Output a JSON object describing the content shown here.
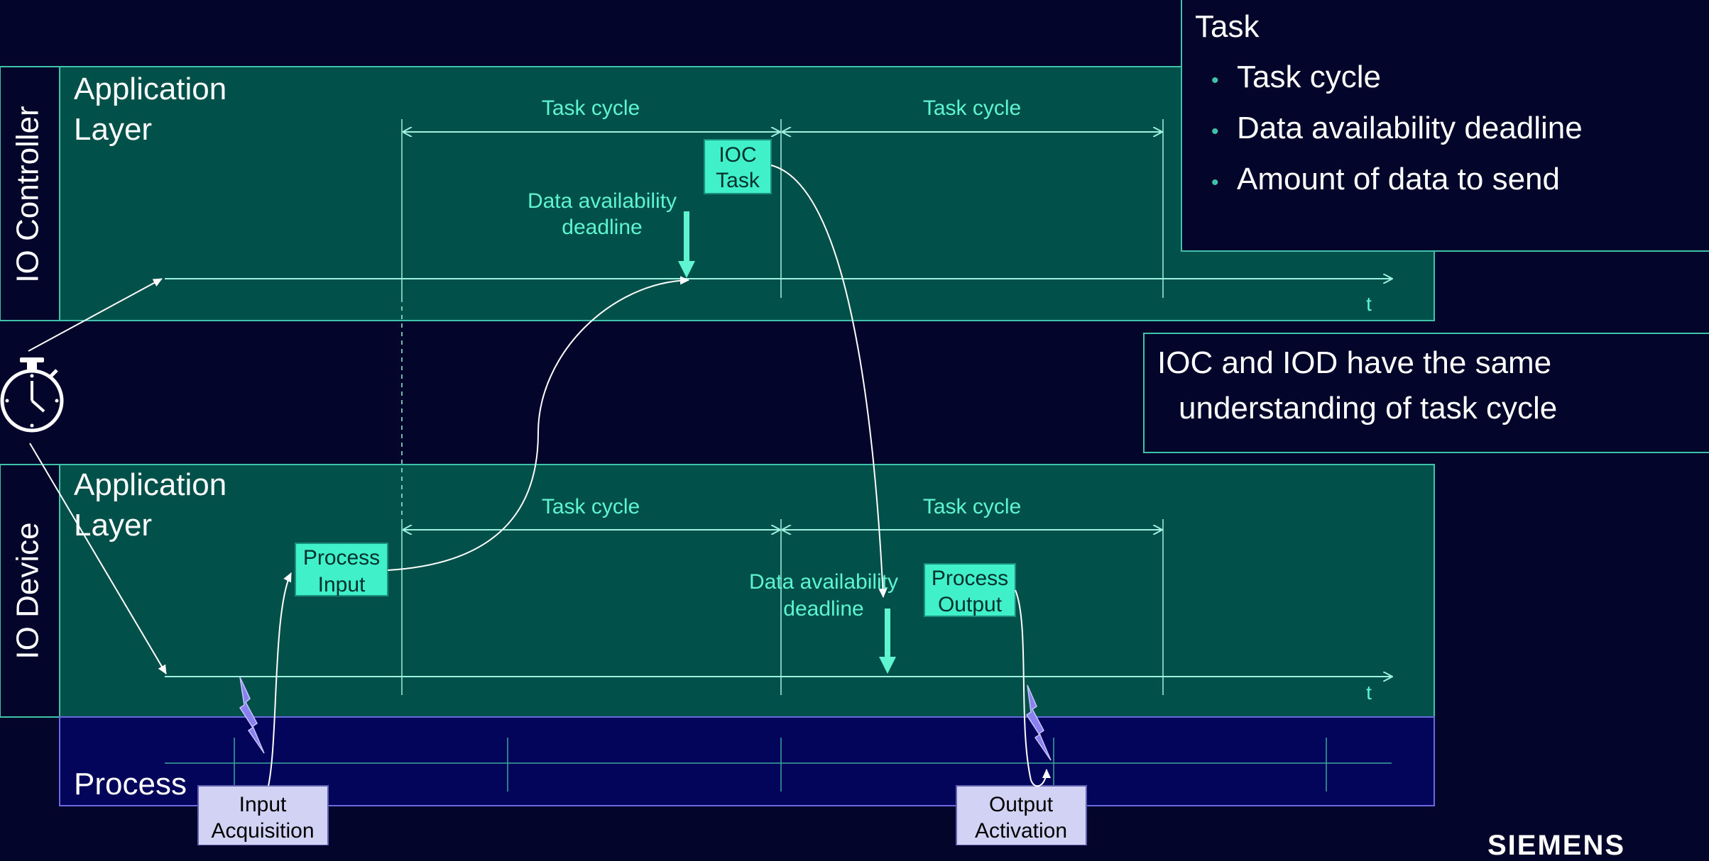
{
  "layers": {
    "controller": {
      "side_label": "IO Controller",
      "app_layer_line1": "Application",
      "app_layer_line2": "Layer",
      "task_cycle_1": "Task cycle",
      "task_cycle_2": "Task cycle",
      "task_box_line1": "IOC",
      "task_box_line2": "Task",
      "deadline_line1": "Data availability",
      "deadline_line2": "deadline",
      "axis_label": "t"
    },
    "device": {
      "side_label": "IO Device",
      "app_layer_line1": "Application",
      "app_layer_line2": "Layer",
      "task_cycle_1": "Task cycle",
      "task_cycle_2": "Task cycle",
      "process_input_line1": "Process",
      "process_input_line2": "Input",
      "process_output_line1": "Process",
      "process_output_line2": "Output",
      "deadline_line1": "Data availability",
      "deadline_line2": "deadline",
      "axis_label": "t"
    },
    "process": {
      "label": "Process",
      "input_acq_line1": "Input",
      "input_acq_line2": "Acquisition",
      "output_act_line1": "Output",
      "output_act_line2": "Activation"
    }
  },
  "info_box": {
    "title": "Task",
    "bullets": [
      "Task cycle",
      "Data availability deadline",
      "Amount of data to send"
    ]
  },
  "note_box": {
    "line1": "IOC and IOD have the same",
    "line2": "understanding of task cycle"
  },
  "branding": {
    "logo": "SIEMENS"
  },
  "colors": {
    "background": "#03052a",
    "layer_fill": "#02504a",
    "process_fill": "#03055a",
    "accent": "#5ef5d0",
    "axis": "#9df2e0",
    "event_box": "#d2d2f4",
    "lightning": "#8a80f0"
  }
}
